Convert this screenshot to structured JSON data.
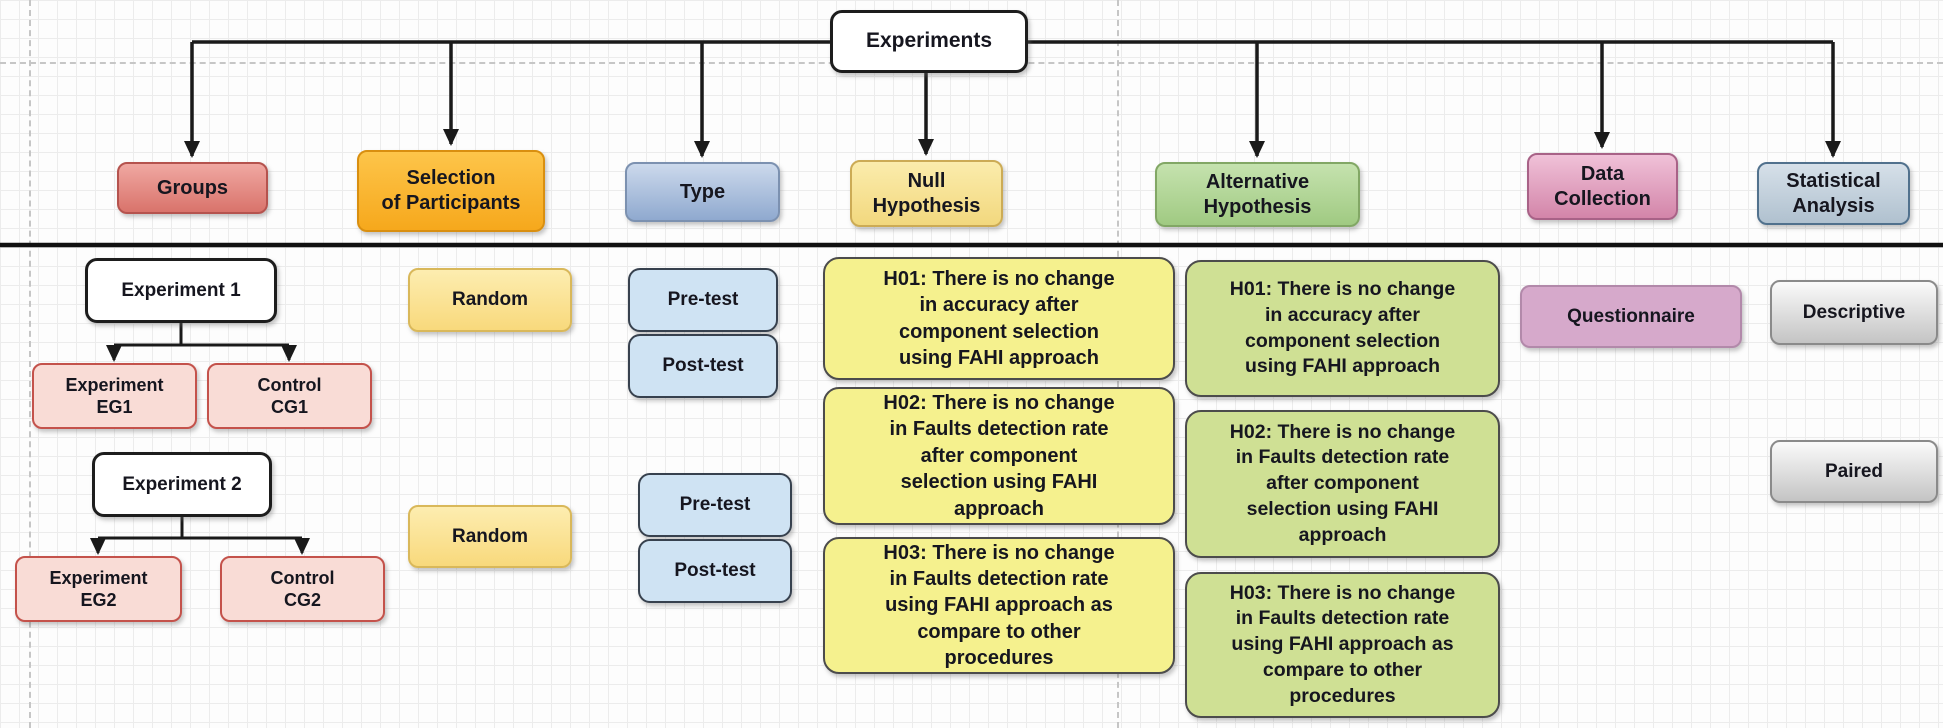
{
  "diagram": {
    "root_label": "Experiments",
    "headers": {
      "groups": "Groups",
      "selection": "Selection\nof Participants",
      "type": "Type",
      "null_hypothesis": "Null\nHypothesis",
      "alternative_hypothesis": "Alternative\nHypothesis",
      "data_collection": "Data\nCollection",
      "statistical_analysis": "Statistical\nAnalysis"
    },
    "groups": {
      "experiment1": "Experiment 1",
      "experiment_eg1": "Experiment\nEG1",
      "control_cg1": "Control\nCG1",
      "experiment2": "Experiment 2",
      "experiment_eg2": "Experiment\nEG2",
      "control_cg2": "Control\nCG2"
    },
    "selection": {
      "random1": "Random",
      "random2": "Random"
    },
    "type": {
      "pretest1": "Pre-test",
      "posttest1": "Post-test",
      "pretest2": "Pre-test",
      "posttest2": "Post-test"
    },
    "null_hypotheses": [
      "H01: There is no change\nin accuracy after\ncomponent selection\nusing FAHI approach",
      "H02: There is no change\nin Faults detection rate\nafter component\nselection using FAHI\napproach",
      "H03: There is no change\nin Faults detection rate\nusing FAHI approach as\ncompare to other\nprocedures"
    ],
    "alternative_hypotheses": [
      "H01: There is no change\nin accuracy after\ncomponent selection\nusing FAHI approach",
      "H02: There is no change\nin Faults detection rate\nafter component\nselection using FAHI\napproach",
      "H03: There is no change\nin Faults detection rate\nusing FAHI approach as\ncompare to other\nprocedures"
    ],
    "data_collection": {
      "questionnaire": "Questionnaire"
    },
    "statistical_analysis": {
      "descriptive": "Descriptive",
      "paired": "Paired"
    },
    "colors": {
      "groups_header": "#d9736b",
      "selection_header": "#f6a81c",
      "type_header": "#8fa9cf",
      "null_header": "#f2d87e",
      "alternative_header": "#a0ca82",
      "data_collection_header": "#d385a9",
      "statistical_header": "#b0c1cf",
      "experiment_group_box": "#f9dcd6",
      "random_box": "#f8d97c",
      "test_box": "#cfe3f3",
      "null_box": "#f5f18e",
      "alternative_box": "#cfe094",
      "questionnaire_box": "#d6a9cb",
      "grey_box": "#c4c4c4",
      "connector": "#1a1a1a"
    }
  }
}
